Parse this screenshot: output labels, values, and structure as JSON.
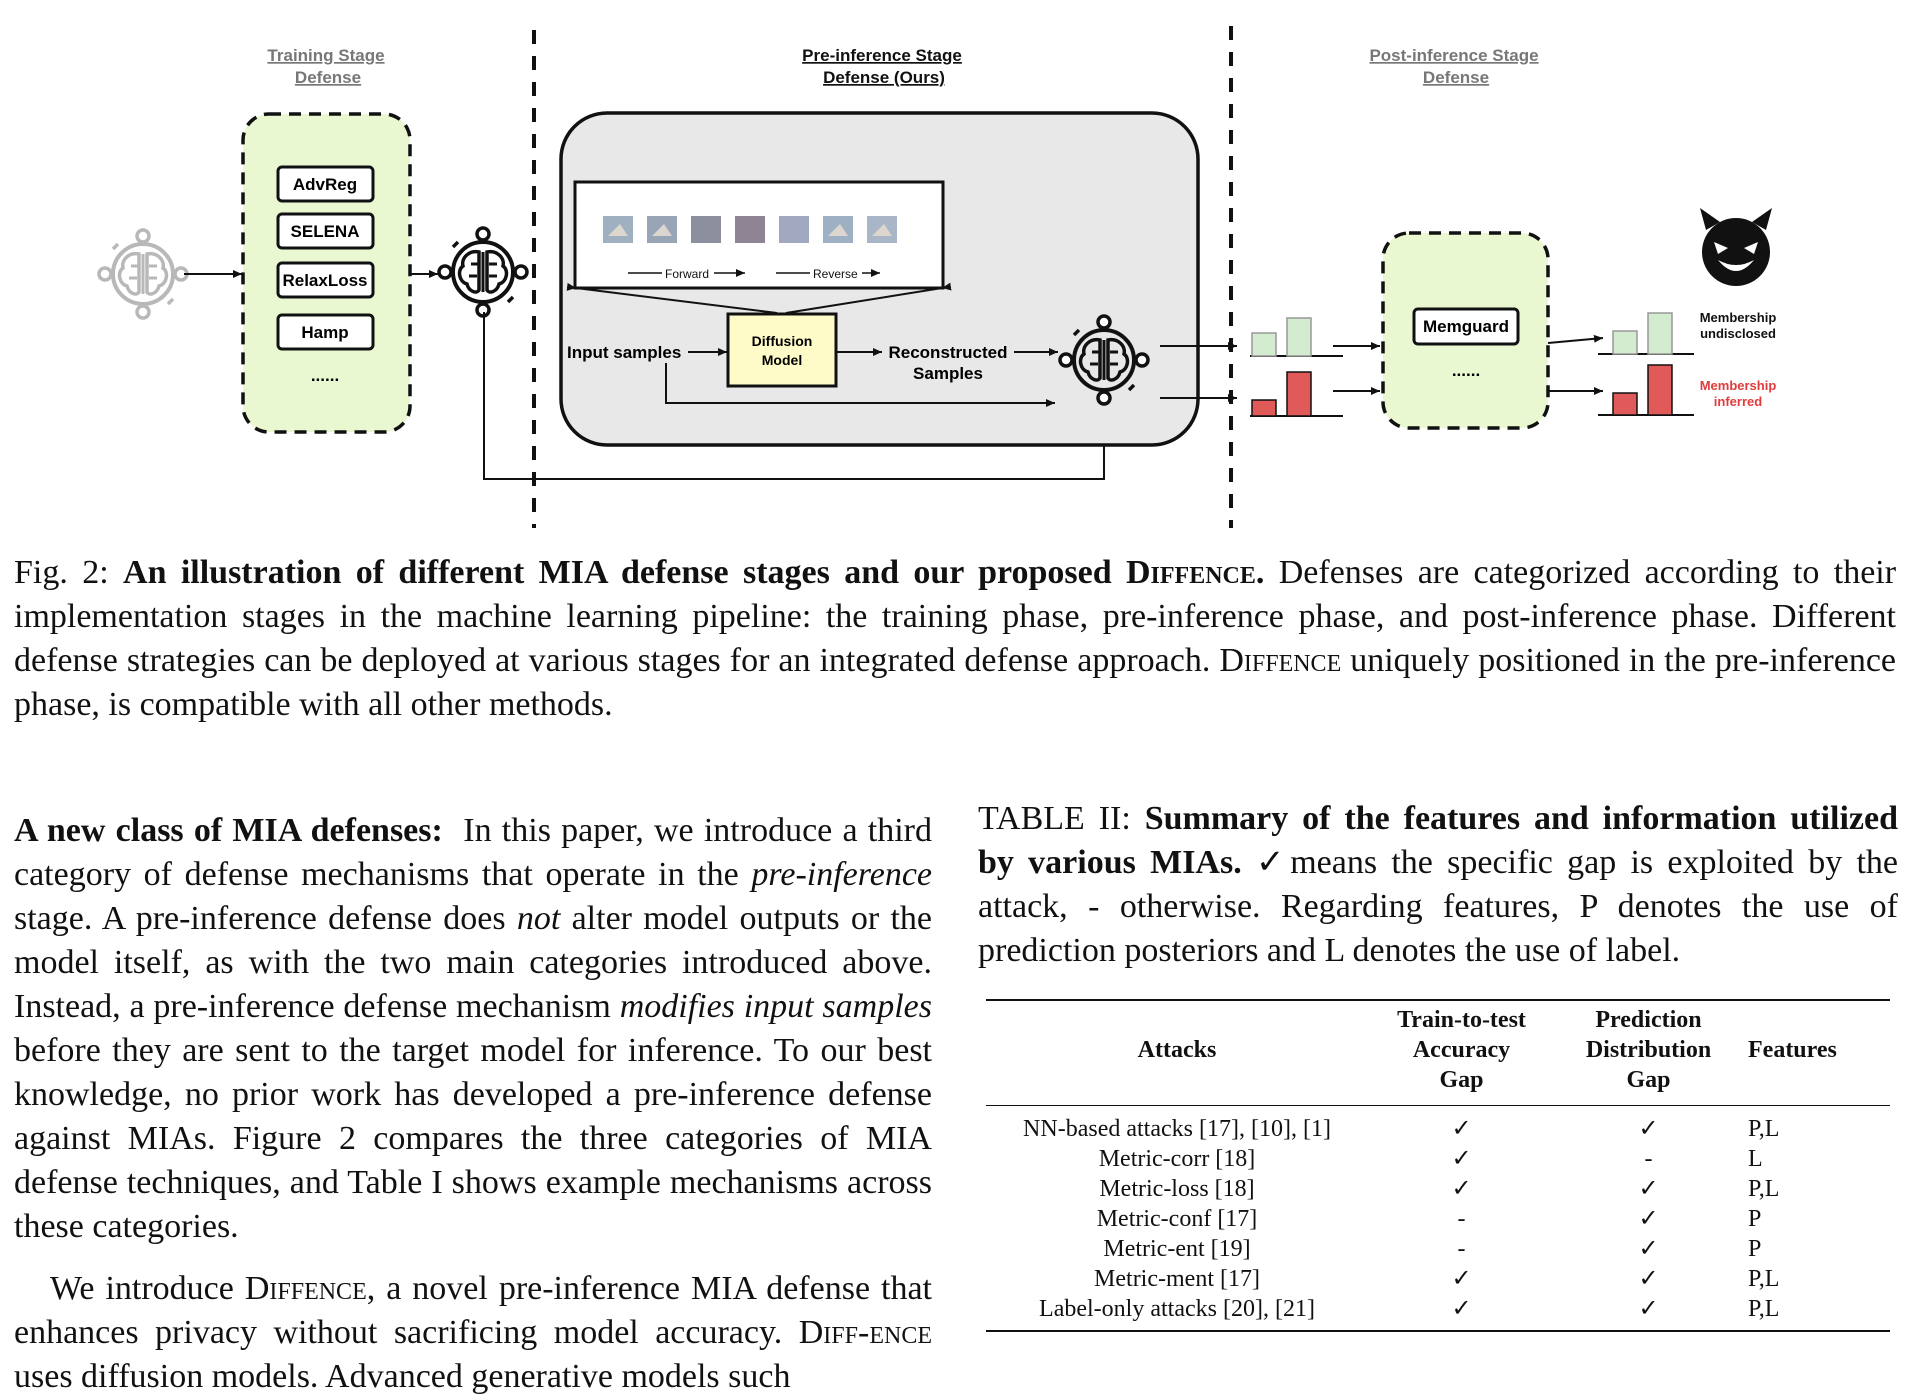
{
  "figure": {
    "stages": {
      "training": {
        "line1": "Training Stage",
        "line2": "Defense"
      },
      "preinference": {
        "line1": "Pre-inference Stage",
        "line2": "Defense (Ours)"
      },
      "postinference": {
        "line1": "Post-inference Stage",
        "line2": "Defense"
      }
    },
    "training_methods": [
      "AdvReg",
      "SELENA",
      "RelaxLoss",
      "Hamp",
      "......"
    ],
    "forward_label": "Forward",
    "reverse_label": "Reverse",
    "input_samples": "Input samples",
    "diffusion_model": {
      "line1": "Diffusion",
      "line2": "Model"
    },
    "reconstructed": {
      "line1": "Reconstructed",
      "line2": "Samples"
    },
    "memguard": "Memguard",
    "post_ellipsis": "......",
    "membership_undisclosed": {
      "line1": "Membership",
      "line2": "undisclosed"
    },
    "membership_inferred": {
      "line1": "Membership",
      "line2": "inferred"
    },
    "colors": {
      "green_fill": "#eaf8d2",
      "gray_fill": "#e8e8e8",
      "yellow_fill": "#fffbc9",
      "red_bar": "#e05a5a",
      "green_bar": "#d3ecd0",
      "inferred_text": "#e03c3c"
    }
  },
  "caption": {
    "label": "Fig. 2:",
    "bold_a": "An illustration of different MIA defense stages and our proposed",
    "bold_name": "Diffence.",
    "rest_a": "Defenses are categorized according to their implementation stages in the machine learning pipeline: the training phase, pre-inference phase, and post-inference phase. Different defense strategies can be deployed at various stages for an integrated defense approach.",
    "name": "Diffence",
    "rest_b": "uniquely positioned in the pre-inference phase, is compatible with all other methods."
  },
  "body": {
    "heading": "A new class of MIA defenses:",
    "p1_a": "In this paper, we introduce a third category of defense mechanisms that operate in the",
    "p1_em1": "pre-inference",
    "p1_b": "stage. A pre-inference defense does",
    "p1_em2": "not",
    "p1_c": "alter model outputs or the model itself, as with the two main categories introduced above. Instead, a pre-inference defense mechanism",
    "p1_em3": "modifies input samples",
    "p1_d": "before they are sent to the target model for inference. To our best knowledge, no prior work has developed a pre-inference defense against MIAs. Figure 2 compares the three categories of MIA defense techniques, and Table I shows example mechanisms across these categories.",
    "p2_a": "We introduce",
    "p2_name": "Diffence",
    "p2_b": ", a novel pre-inference MIA defense that enhances privacy without sacrificing model accuracy.",
    "p2_name2_a": "Diff-",
    "p2_name2_b": "ence",
    "p2_c": "uses diffusion models. Advanced generative models such"
  },
  "table": {
    "label": "TABLE II:",
    "bold": "Summary of the features and information utilized by various MIAs.",
    "rest": "✓means the specific gap is exploited by the attack, - otherwise. Regarding features, P denotes the use of prediction posteriors and L denotes the use of label.",
    "headers": {
      "attacks": "Attacks",
      "train_test": [
        "Train-to-test",
        "Accuracy",
        "Gap"
      ],
      "prediction": [
        "Prediction",
        "Distribution",
        "Gap"
      ],
      "features": "Features"
    },
    "rows": [
      {
        "attack": "NN-based attacks [17], [10], [1]",
        "acc": "✓",
        "dist": "✓",
        "feat": "P,L"
      },
      {
        "attack": "Metric-corr [18]",
        "acc": "✓",
        "dist": "-",
        "feat": "L"
      },
      {
        "attack": "Metric-loss [18]",
        "acc": "✓",
        "dist": "✓",
        "feat": "P,L"
      },
      {
        "attack": "Metric-conf [17]",
        "acc": "-",
        "dist": "✓",
        "feat": "P"
      },
      {
        "attack": "Metric-ent [19]",
        "acc": "-",
        "dist": "✓",
        "feat": "P"
      },
      {
        "attack": "Metric-ment [17]",
        "acc": "✓",
        "dist": "✓",
        "feat": "P,L"
      },
      {
        "attack": "Label-only attacks [20], [21]",
        "acc": "✓",
        "dist": "✓",
        "feat": "P,L"
      }
    ]
  }
}
